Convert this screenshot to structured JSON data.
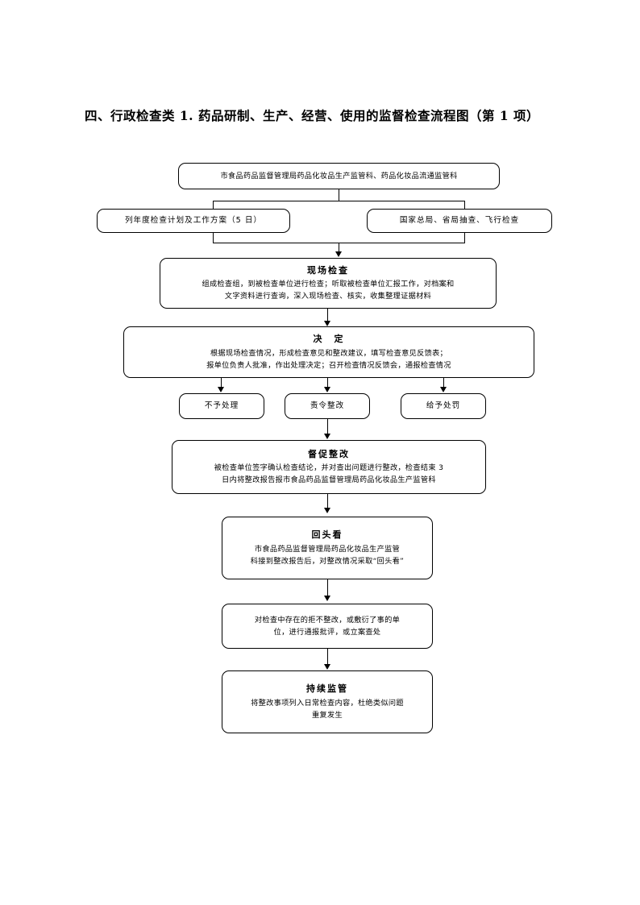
{
  "document": {
    "title": "四、行政检查类  1. 药品研制、生产、经营、使用的监督检查流程图（第 1 项）"
  },
  "flowchart": {
    "type": "process-flow",
    "orientation": "top-to-bottom",
    "nodes": [
      {
        "id": "dept",
        "lines": [
          "市食品药品监督管理局药品化妆品生产监管科、药品化妆品流通监管科"
        ]
      },
      {
        "id": "annual-plan",
        "lines": [
          "列年度检查计划及工作方案（5 日）"
        ]
      },
      {
        "id": "spot-check",
        "lines": [
          "国家总局、省局抽查、飞行检查"
        ]
      },
      {
        "id": "onsite",
        "heading": "现场检查",
        "lines": [
          "组成检查组，到被检查单位进行检查；听取被检查单位汇报工作，对档案和",
          "文字资料进行查询，深入现场检查、核实，收集整理证据材料"
        ]
      },
      {
        "id": "decision",
        "heading": "决　定",
        "lines": [
          "根据现场检查情况，形成检查意见和整改建议，填写检查意见反馈表；",
          "报单位负责人批准，作出处理决定；召开检查情况反馈会，通报检查情况"
        ]
      },
      {
        "id": "no-action",
        "lines": [
          "不予处理"
        ]
      },
      {
        "id": "order-rectify",
        "lines": [
          "责令整改"
        ]
      },
      {
        "id": "penalty",
        "lines": [
          "给予处罚"
        ]
      },
      {
        "id": "supervise-rectify",
        "heading": "督促整改",
        "lines": [
          "被检查单位签字确认检查结论，并对查出问题进行整改，检查结束 3",
          "日内将整改报告报市食品药品监督管理局药品化妆品生产监管科"
        ]
      },
      {
        "id": "look-back",
        "heading": "回头看",
        "lines": [
          "市食品药品监督管理局药品化妆品生产监管",
          "科接到整改报告后，对整改情况采取“回头看”"
        ]
      },
      {
        "id": "criticism",
        "lines": [
          "对检查中存在的拒不整改，或敷衍了事的单",
          "位，进行通报批评，或立案查处"
        ]
      },
      {
        "id": "continuous",
        "heading": "持续监管",
        "lines": [
          "将整改事项列入日常检查内容，杜绝类似问题",
          "重复发生"
        ]
      }
    ],
    "colors": {
      "line": "#000000",
      "box_fill": "#ffffff",
      "text": "#000000"
    }
  }
}
